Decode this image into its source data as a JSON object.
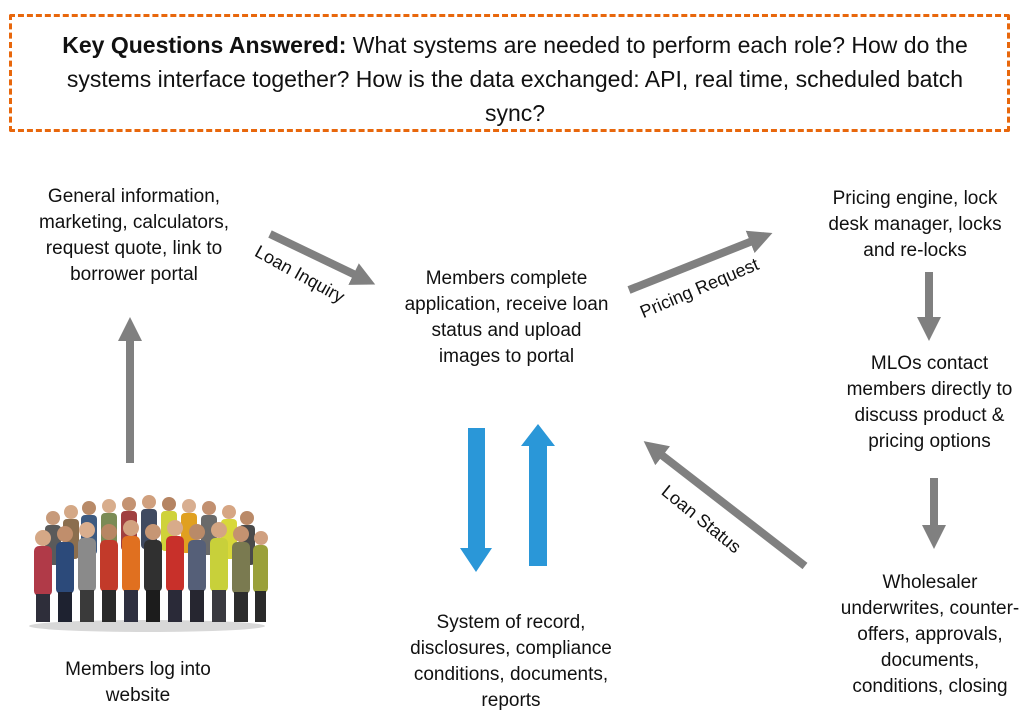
{
  "header": {
    "bold": "Key Questions Answered:",
    "text": " What systems are needed to perform each role? How do the systems interface together? How is the data exchanged: API, real time, scheduled batch sync?"
  },
  "nodes": {
    "website_info": "General information, marketing, calculators, request quote, link to borrower portal",
    "portal": "Members complete application, receive loan status and upload images to portal",
    "pricing": "Pricing engine, lock desk manager, locks and re-locks",
    "mlos": "MLOs contact members directly to discuss product & pricing options",
    "wholesaler": "Wholesaler underwrites, counter-offers, approvals, documents, conditions, closing",
    "system_of_record": "System of record, disclosures, compliance conditions, documents, reports",
    "members": "Members log into website"
  },
  "arrow_labels": {
    "loan_inquiry": "Loan Inquiry",
    "pricing_request": "Pricing Request",
    "loan_status": "Loan Status"
  },
  "colors": {
    "accent_dashed": "#e8670c",
    "arrow_gray": "#808080",
    "arrow_blue": "#2a97d8"
  }
}
